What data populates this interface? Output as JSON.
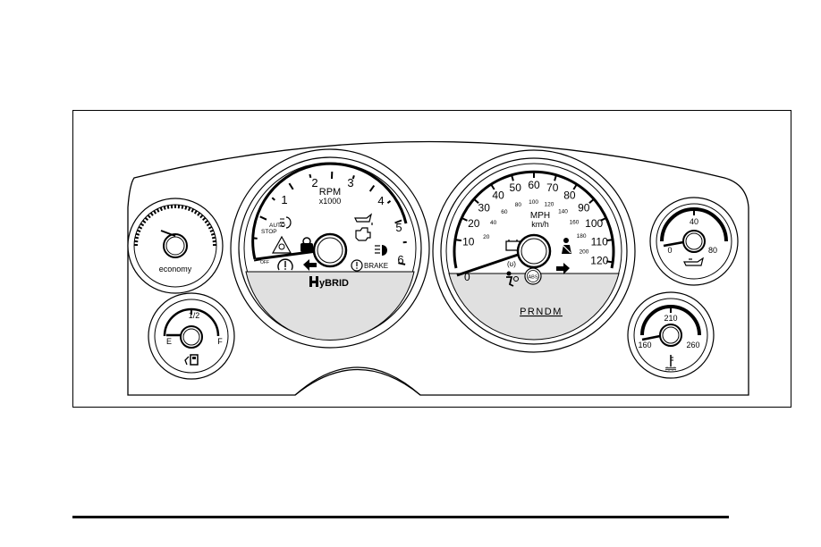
{
  "economy_gauge": {
    "label": "economy"
  },
  "fuel_gauge": {
    "half_label": "1/2",
    "empty_label": "E",
    "full_label": "F"
  },
  "tachometer": {
    "title": "RPM",
    "multiplier": "x1000",
    "ticks": [
      "1",
      "2",
      "3",
      "4",
      "5",
      "6"
    ],
    "auto_stop_label": "AUTO\nSTOP",
    "off_label": "OFF",
    "brake_label": "BRAKE",
    "hybrid_label": "yBRID"
  },
  "speedometer": {
    "unit_mph": "MPH",
    "unit_kmh": "km/h",
    "mph_ticks": [
      "10",
      "20",
      "30",
      "40",
      "50",
      "60",
      "70",
      "80",
      "90",
      "100",
      "110",
      "120"
    ],
    "kmh_ticks": [
      "20",
      "40",
      "60",
      "80",
      "100",
      "120",
      "140",
      "160",
      "180",
      "200"
    ],
    "abs_label": "ABS",
    "prndm": "PRNDM"
  },
  "oil_gauge": {
    "mid_label": "40",
    "low_label": "0",
    "high_label": "80"
  },
  "temp_gauge": {
    "mid_label": "210",
    "low_label": "160",
    "high_label": "260"
  },
  "colors": {
    "ink": "#000000",
    "panel": "#ffffff"
  }
}
